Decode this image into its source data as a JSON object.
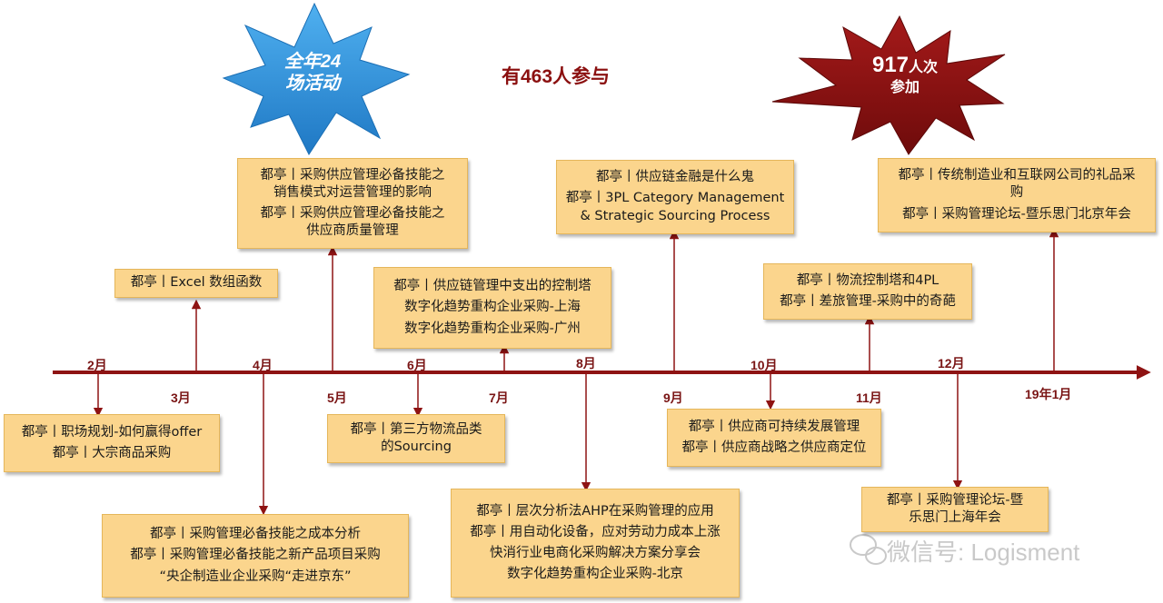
{
  "headline": "有463人参与",
  "burst_blue": {
    "line1": "全年24",
    "line2": "场活动",
    "color": "#2e8fd8"
  },
  "burst_red": {
    "number": "917",
    "unit": "人次",
    "line2": "参加",
    "color": "#8e1313"
  },
  "timeline_color": "#8e1313",
  "box_color": "#fbd58d",
  "watermark": "微信号: Logisment",
  "months": {
    "feb": "2月",
    "mar": "3月",
    "apr": "4月",
    "may": "5月",
    "jun": "6月",
    "jul": "7月",
    "aug": "8月",
    "sep": "9月",
    "oct": "10月",
    "nov": "11月",
    "dec": "12月",
    "jan19": "19年1月"
  },
  "events": {
    "feb": [
      "都亭丨职场规划-如何赢得offer",
      "都亭丨大宗商品采购"
    ],
    "mar": [
      "都亭丨Excel 数组函数"
    ],
    "apr": [
      "都亭丨采购管理必备技能之成本分析",
      "都亭丨采购管理必备技能之新产品项目采购",
      "“央企制造业企业采购“走进京东”"
    ],
    "may": [
      "都亭丨采购供应管理必备技能之\n销售模式对运营管理的影响",
      "都亭丨采购供应管理必备技能之\n供应商质量管理"
    ],
    "jun": [
      "都亭丨第三方物流品类\n的Sourcing"
    ],
    "jul": [
      "都亭丨供应链管理中支出的控制塔",
      "数字化趋势重构企业采购-上海",
      "数字化趋势重构企业采购-广州"
    ],
    "aug": [
      "都亭丨层次分析法AHP在采购管理的应用",
      "都亭丨用自动化设备，应对劳动力成本上涨",
      "快消行业电商化采购解决方案分享会",
      "数字化趋势重构企业采购-北京"
    ],
    "sep": [
      "都亭丨供应链金融是什么鬼",
      "都亭丨3PL Category Management\n& Strategic Sourcing Process"
    ],
    "oct": [
      "都亭丨供应商可持续发展管理",
      "都亭丨供应商战略之供应商定位"
    ],
    "nov": [
      "都亭丨物流控制塔和4PL",
      "都亭丨差旅管理-采购中的奇葩"
    ],
    "dec": [
      "都亭丨采购管理论坛-暨\n乐思门上海年会"
    ],
    "jan19": [
      "都亭丨传统制造业和互联网公司的礼品采\n购",
      "都亭丨采购管理论坛-暨乐思门北京年会"
    ]
  }
}
